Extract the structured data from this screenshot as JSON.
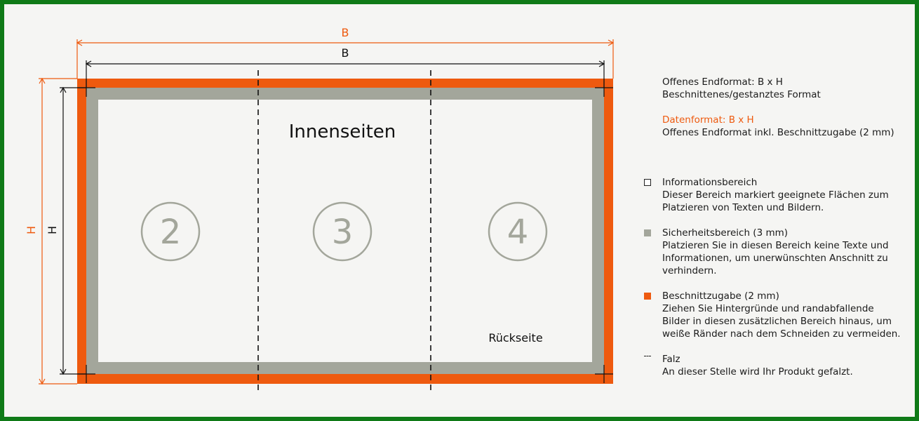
{
  "diagram": {
    "dimension_b_outer": "B",
    "dimension_b_inner": "B",
    "dimension_h_outer": "H",
    "dimension_h_inner": "H",
    "heading": "Innenseiten",
    "page_numbers": [
      "2",
      "3",
      "4"
    ],
    "back_label": "Rückseite",
    "colors": {
      "bleed": "#ee5a0f",
      "safety": "#a3a69b",
      "info": "#f5f5f3",
      "frame": "#0f7a17"
    }
  },
  "legend": {
    "open_format_title": "Offenes Endformat: B x H",
    "open_format_desc": "Beschnittenes/gestanztes Format",
    "data_format_title": "Datenformat: B x H",
    "data_format_desc": "Offenes Endformat inkl. Beschnittzugabe (2 mm)",
    "info_area_title": "Informationsbereich",
    "info_area_desc_1": "Dieser Bereich markiert geeignete Flächen zum",
    "info_area_desc_2": "Platzieren von Texten und Bildern.",
    "safety_title": "Sicherheitsbereich (3 mm)",
    "safety_desc_1": "Platzieren Sie in diesen Bereich keine Texte und",
    "safety_desc_2": "Informationen, um unerwünschten Anschnitt zu",
    "safety_desc_3": "verhindern.",
    "bleed_title": "Beschnittzugabe (2 mm)",
    "bleed_desc_1": "Ziehen Sie Hintergründe und randabfallende",
    "bleed_desc_2": "Bilder in diesen zusätzlichen Bereich hinaus, um",
    "bleed_desc_3": "weiße Ränder nach dem Schneiden zu vermeiden.",
    "fold_title": "Falz",
    "fold_desc": "An dieser Stelle wird Ihr Produkt gefalzt."
  }
}
